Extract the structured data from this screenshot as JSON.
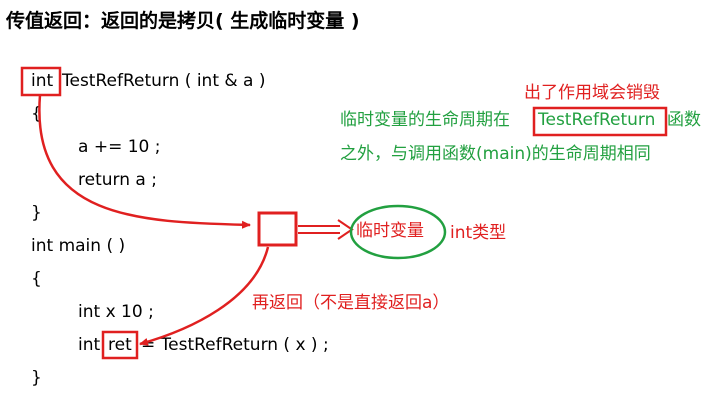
{
  "title": "传值返回：返回的是拷贝( 生成临时变量 )",
  "code": {
    "line1_type": "int",
    "line1_rest": "TestRefReturn ( int & a )",
    "line2": "{",
    "line3": "a += 10 ;",
    "line4": "return a ;",
    "line5": "}",
    "line6": "int main ( )",
    "line7": "{",
    "line8": "int x    10 ;",
    "line9_type": "int",
    "line9_var": "ret",
    "line9_rest": "= TestRefReturn ( x ) ;",
    "line10": "}"
  },
  "annotations": {
    "scope_note": "出了作用域会销毁",
    "lifetime_part1": "临时变量的生命周期在",
    "lifetime_func": "TestRefReturn",
    "lifetime_part2": "函数",
    "lifetime_line2": "之外，与调用函数(main)的生命周期相同",
    "temp_var": "临时变量",
    "temp_type": "int类型",
    "return_again": "再返回（不是直接返回a）"
  },
  "colors": {
    "red": "#e02020",
    "green": "#22a040",
    "text": "#000000"
  }
}
